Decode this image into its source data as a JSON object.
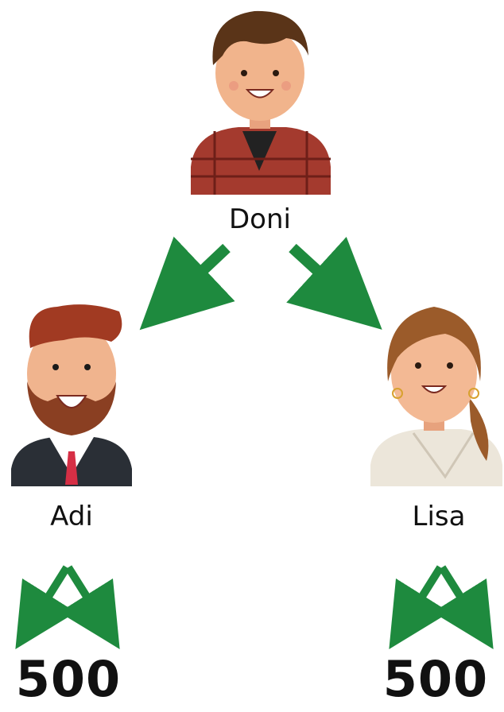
{
  "people": {
    "top": {
      "name": "Doni"
    },
    "left": {
      "name": "Adi"
    },
    "right": {
      "name": "Lisa"
    }
  },
  "amounts": {
    "left": "500",
    "right": "500"
  },
  "colors": {
    "arrow": "#1e8a3e",
    "text": "#111111"
  }
}
